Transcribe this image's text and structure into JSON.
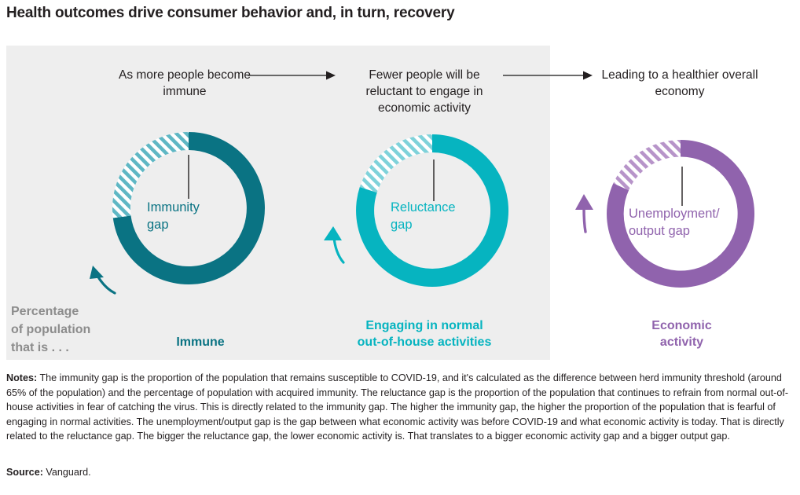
{
  "title": "Health outcomes drive consumer behavior and, in turn, recovery",
  "flow": {
    "steps": [
      {
        "caption": "As more people become immune"
      },
      {
        "caption": "Fewer people will be reluctant to engage in economic activity"
      },
      {
        "caption": "Leading to a healthier overall economy"
      }
    ],
    "arrow_icon": "right-arrow-icon"
  },
  "panel": {
    "prefix_label": "Percentage\nof population\nthat is . . ."
  },
  "donuts": [
    {
      "id": "immunity",
      "center_label": "Immunity\ngap",
      "category_label": "Immune",
      "solid_color": "#0a7383",
      "hatch_color": "#5fb7c4",
      "gap_percent": 27,
      "filled_percent": 73,
      "arrow_icon": "curved-up-left-arrow-icon"
    },
    {
      "id": "reluctance",
      "center_label": "Reluctance\ngap",
      "category_label": "Engaging in normal\nout-of-house activities",
      "solid_color": "#06b4c0",
      "hatch_color": "#7fd2da",
      "gap_percent": 20,
      "filled_percent": 80,
      "arrow_icon": "curved-up-arrow-icon"
    },
    {
      "id": "unemployment",
      "center_label": "Unemployment/\noutput gap",
      "category_label": "Economic\nactivity",
      "solid_color": "#9063ad",
      "hatch_color": "#b794c9",
      "gap_percent": 17,
      "filled_percent": 83,
      "arrow_icon": "straight-up-arrow-icon"
    }
  ],
  "chart_data": {
    "type": "pie",
    "title": "Health outcomes drive consumer behavior and, in turn, recovery",
    "legend": "",
    "charts": [
      {
        "name": "Immune",
        "categories": [
          "Immune (solid)",
          "Immunity gap (hatched)"
        ],
        "values": [
          73,
          27
        ],
        "colors": [
          "#0a7383",
          "#5fb7c4"
        ],
        "units": "percent of population"
      },
      {
        "name": "Engaging in normal out-of-house activities",
        "categories": [
          "Engaging (solid)",
          "Reluctance gap (hatched)"
        ],
        "values": [
          80,
          20
        ],
        "colors": [
          "#06b4c0",
          "#7fd2da"
        ],
        "units": "percent of population"
      },
      {
        "name": "Economic activity",
        "categories": [
          "Economic activity (solid)",
          "Unemployment/output gap (hatched)"
        ],
        "values": [
          83,
          17
        ],
        "colors": [
          "#9063ad",
          "#b794c9"
        ],
        "units": "percent of population"
      }
    ]
  },
  "notes": {
    "lead": "Notes:",
    "body": " The immunity gap is the proportion of the population that remains susceptible to COVID-19, and it's calculated as the difference between herd immunity threshold (around 65% of the population) and the percentage of population with acquired immunity. The reluctance gap is the proportion of the population that continues to refrain from normal out-of-house activities in fear of catching the virus. This is directly related to the immunity gap. The higher the immunity gap, the higher the proportion of the population that is fearful of engaging in normal activities. The unemployment/output gap is the gap between what economic activity was before COVID-19 and what economic activity is today. That is directly related to the reluctance gap. The bigger the reluctance gap, the lower economic activity is. That translates to a bigger economic activity gap and a bigger output gap."
  },
  "source": {
    "lead": "Source:",
    "body": " Vanguard."
  }
}
